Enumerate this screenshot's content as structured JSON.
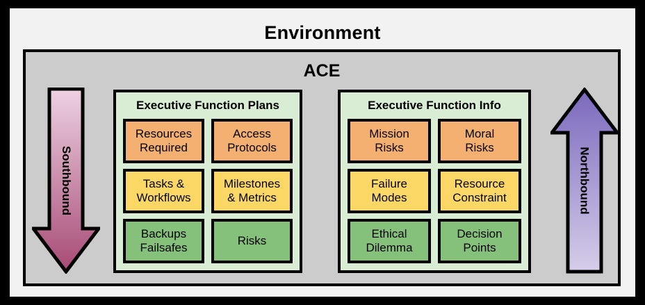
{
  "diagram": {
    "type": "layered-block-diagram",
    "outer_border_color": "#000000",
    "environment": {
      "title": "Environment",
      "background": "#f2f2f2"
    },
    "ace": {
      "title": "ACE",
      "background": "#cccccc"
    },
    "arrows": [
      {
        "name": "southbound",
        "label": "Southbound",
        "direction": "down",
        "gradient_from": "#edd2e2",
        "gradient_to": "#a74a75"
      },
      {
        "name": "northbound",
        "label": "Northbound",
        "direction": "up",
        "gradient_from": "#7b68bd",
        "gradient_to": "#d6cee9"
      }
    ],
    "panels": [
      {
        "name": "executive-function-plans",
        "title": "Executive Function Plans",
        "background": "#d9edd4",
        "items": [
          {
            "label": "Resources Required",
            "line1": "Resources",
            "line2": "Required",
            "tier": "orange",
            "color": "#f4b070"
          },
          {
            "label": "Access Protocols",
            "line1": "Access",
            "line2": "Protocols",
            "tier": "orange",
            "color": "#f4b070"
          },
          {
            "label": "Tasks & Workflows",
            "line1": "Tasks &",
            "line2": "Workflows",
            "tier": "yellow",
            "color": "#fbd866"
          },
          {
            "label": "Milestones & Metrics",
            "line1": "Milestones",
            "line2": "& Metrics",
            "tier": "yellow",
            "color": "#fbd866"
          },
          {
            "label": "Backups Failsafes",
            "line1": "Backups",
            "line2": "Failsafes",
            "tier": "green",
            "color": "#85c17b"
          },
          {
            "label": "Risks",
            "line1": "Risks",
            "line2": "",
            "tier": "green",
            "color": "#85c17b"
          }
        ]
      },
      {
        "name": "executive-function-info",
        "title": "Executive Function Info",
        "background": "#d9edd4",
        "items": [
          {
            "label": "Mission Risks",
            "line1": "Mission",
            "line2": "Risks",
            "tier": "orange",
            "color": "#f4b070"
          },
          {
            "label": "Moral Risks",
            "line1": "Moral",
            "line2": "Risks",
            "tier": "orange",
            "color": "#f4b070"
          },
          {
            "label": "Failure Modes",
            "line1": "Failure",
            "line2": "Modes",
            "tier": "yellow",
            "color": "#fbd866"
          },
          {
            "label": "Resource Constraint",
            "line1": "Resource",
            "line2": "Constraint",
            "tier": "yellow",
            "color": "#fbd866"
          },
          {
            "label": "Ethical Dilemma",
            "line1": "Ethical",
            "line2": "Dilemma",
            "tier": "green",
            "color": "#85c17b"
          },
          {
            "label": "Decision Points",
            "line1": "Decision",
            "line2": "Points",
            "tier": "green",
            "color": "#85c17b"
          }
        ]
      }
    ]
  }
}
